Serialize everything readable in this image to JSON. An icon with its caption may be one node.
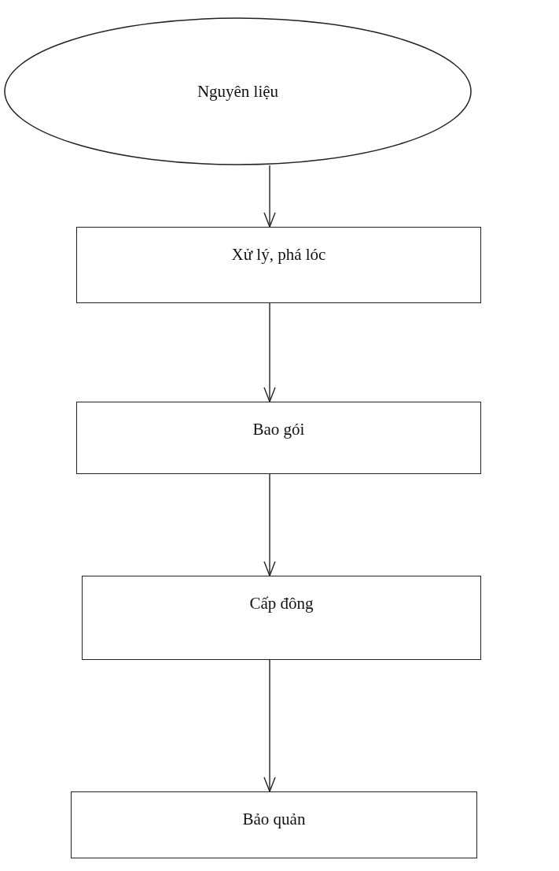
{
  "diagram": {
    "nodes": [
      {
        "text": [
          "Nguyên liệu"
        ]
      },
      {
        "text": [
          "Xử lý, phá lóc"
        ]
      },
      {
        "text": [
          "Bao gói"
        ]
      },
      {
        "text": [
          "Cấp đông"
        ]
      },
      {
        "text": [
          "Bảo quản"
        ]
      }
    ],
    "edges": [
      {
        "from": 0,
        "to": 1,
        "arrow": "to"
      },
      {
        "from": 1,
        "to": 2,
        "arrow": "to"
      },
      {
        "from": 2,
        "to": 3,
        "arrow": "to"
      },
      {
        "from": 3,
        "to": 4,
        "arrow": "to"
      }
    ]
  }
}
